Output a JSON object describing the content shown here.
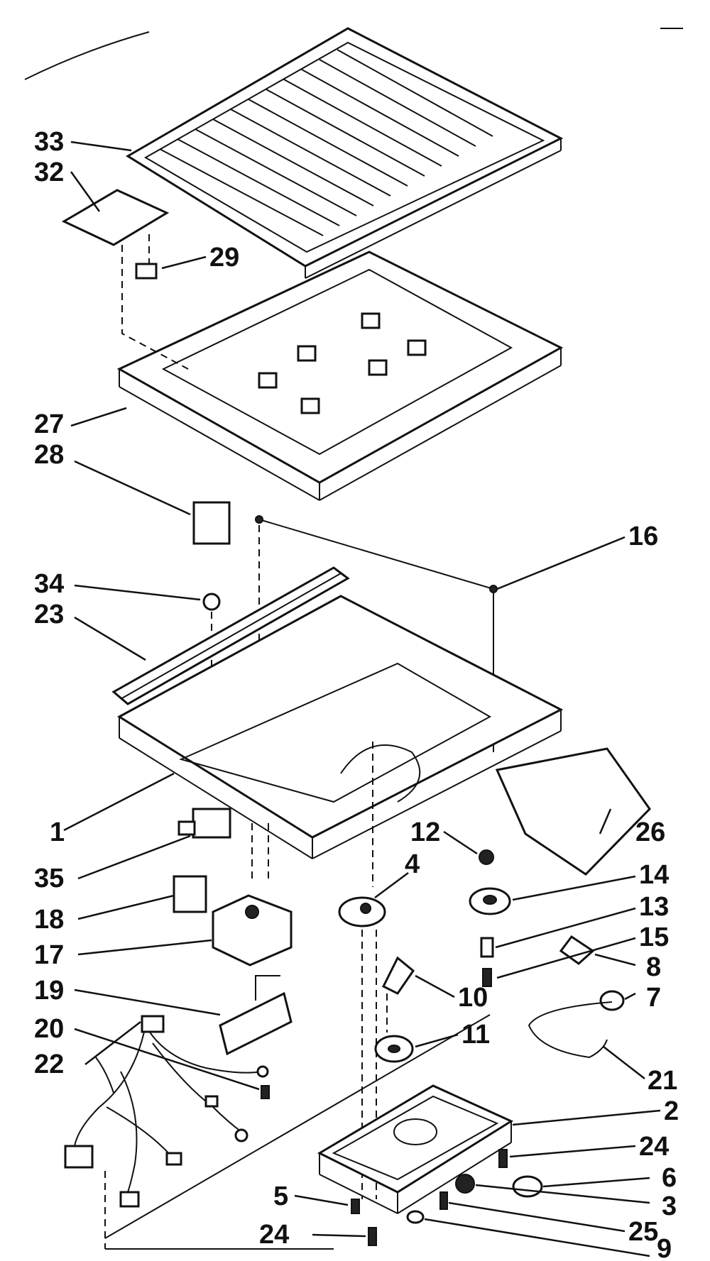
{
  "diagram": {
    "callouts": [
      {
        "id": "c33",
        "text": "33"
      },
      {
        "id": "c32",
        "text": "32"
      },
      {
        "id": "c29",
        "text": "29"
      },
      {
        "id": "c27",
        "text": "27"
      },
      {
        "id": "c28",
        "text": "28"
      },
      {
        "id": "c16",
        "text": "16"
      },
      {
        "id": "c34",
        "text": "34"
      },
      {
        "id": "c23",
        "text": "23"
      },
      {
        "id": "c1",
        "text": "1"
      },
      {
        "id": "c26",
        "text": "26"
      },
      {
        "id": "c12",
        "text": "12"
      },
      {
        "id": "c4",
        "text": "4"
      },
      {
        "id": "c35",
        "text": "35"
      },
      {
        "id": "c14",
        "text": "14"
      },
      {
        "id": "c13",
        "text": "13"
      },
      {
        "id": "c18",
        "text": "18"
      },
      {
        "id": "c15",
        "text": "15"
      },
      {
        "id": "c17",
        "text": "17"
      },
      {
        "id": "c8",
        "text": "8"
      },
      {
        "id": "c7",
        "text": "7"
      },
      {
        "id": "c19",
        "text": "19"
      },
      {
        "id": "c10",
        "text": "10"
      },
      {
        "id": "c11",
        "text": "11"
      },
      {
        "id": "c20",
        "text": "20"
      },
      {
        "id": "c21",
        "text": "21"
      },
      {
        "id": "c22",
        "text": "22"
      },
      {
        "id": "c2",
        "text": "2"
      },
      {
        "id": "c24a",
        "text": "24"
      },
      {
        "id": "c6",
        "text": "6"
      },
      {
        "id": "c3",
        "text": "3"
      },
      {
        "id": "c5",
        "text": "5"
      },
      {
        "id": "c25",
        "text": "25"
      },
      {
        "id": "c24b",
        "text": "24"
      },
      {
        "id": "c9",
        "text": "9"
      }
    ]
  }
}
